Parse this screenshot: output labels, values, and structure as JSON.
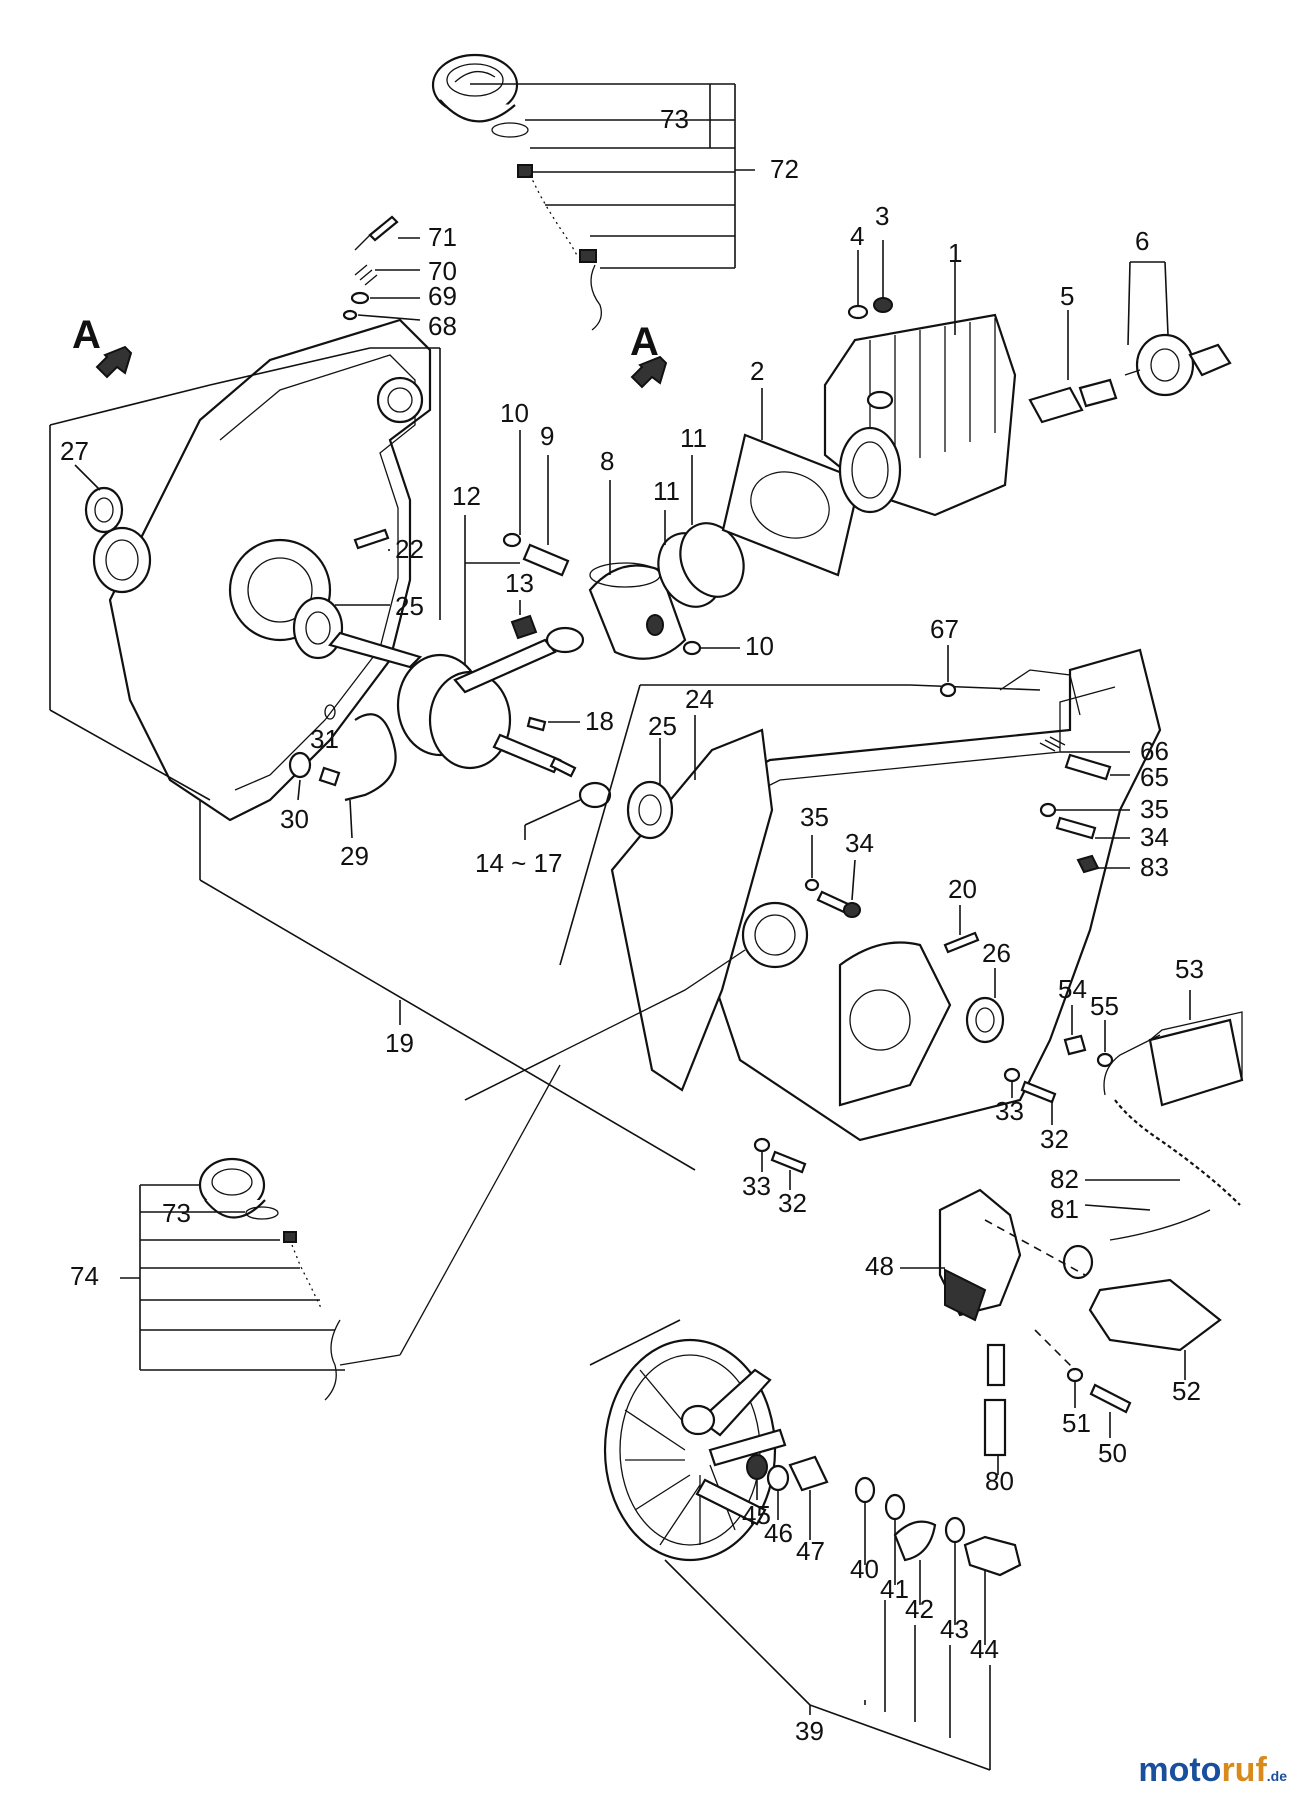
{
  "diagram": {
    "callouts": {
      "c1": "1",
      "c2": "2",
      "c3": "3",
      "c4": "4",
      "c5": "5",
      "c6": "6",
      "c8": "8",
      "c9": "9",
      "c10a": "10",
      "c10b": "10",
      "c11a": "11",
      "c11b": "11",
      "c12": "12",
      "c13": "13",
      "c14_17": "14 ~ 17",
      "c18": "18",
      "c19": "19",
      "c20": "20",
      "c22": "22",
      "c24": "24",
      "c25a": "25",
      "c25b": "25",
      "c26": "26",
      "c27": "27",
      "c29": "29",
      "c30": "30",
      "c31": "31",
      "c32a": "32",
      "c32b": "32",
      "c33a": "33",
      "c33b": "33",
      "c34a": "34",
      "c34b": "34",
      "c35a": "35",
      "c35b": "35",
      "c39": "39",
      "c40": "40",
      "c41": "41",
      "c42": "42",
      "c43": "43",
      "c44": "44",
      "c45": "45",
      "c46": "46",
      "c47": "47",
      "c48": "48",
      "c50": "50",
      "c51": "51",
      "c52": "52",
      "c53": "53",
      "c54": "54",
      "c55": "55",
      "c65": "65",
      "c66": "66",
      "c67": "67",
      "c68": "68",
      "c69": "69",
      "c70": "70",
      "c71": "71",
      "c72": "72",
      "c73a": "73",
      "c73b": "73",
      "c74": "74",
      "c80": "80",
      "c81": "81",
      "c82": "82",
      "c83": "83"
    },
    "view_marker_a1": "A",
    "view_marker_a2": "A"
  },
  "watermark": {
    "brand_main": "moto",
    "brand_accent": "ruf",
    "brand_suffix": ".de"
  }
}
